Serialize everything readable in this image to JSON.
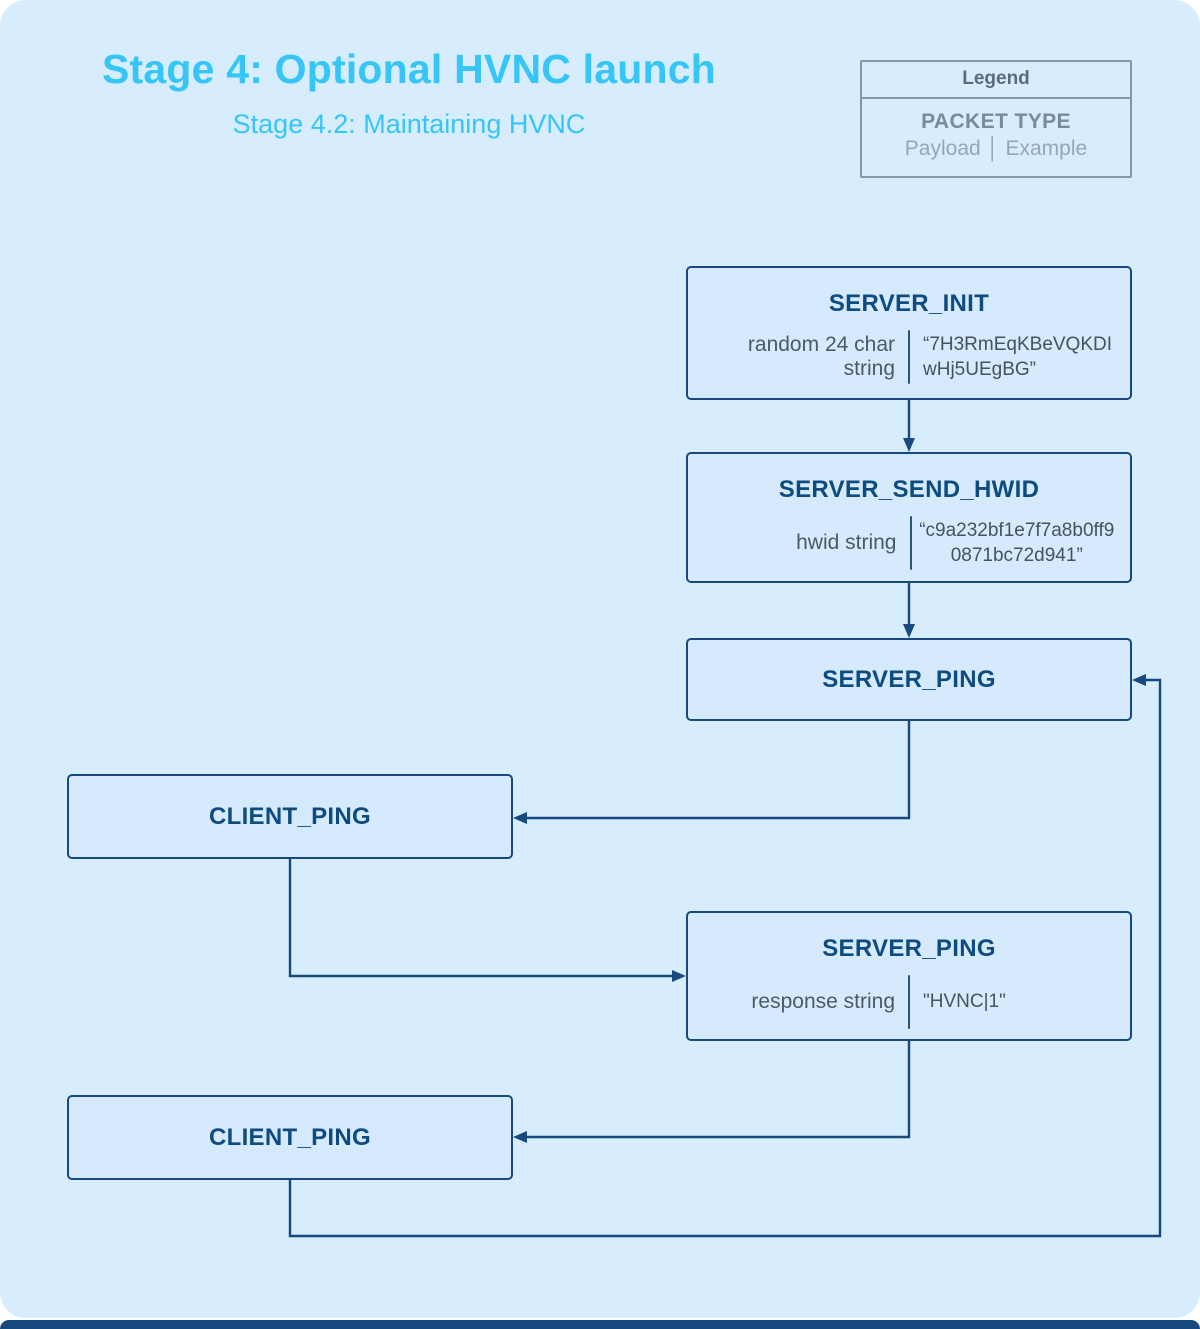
{
  "page": {
    "title": "Stage 4: Optional HVNC launch",
    "subtitle": "Stage 4.2: Maintaining HVNC"
  },
  "legend": {
    "header": "Legend",
    "packet_type_label": "PACKET TYPE",
    "payload_example_label": "Payload │ Example"
  },
  "nodes": [
    {
      "title": "SERVER_INIT",
      "payload_label": "random 24 char string",
      "example_value": "“7H3RmEqKBeVQKDIwHj5UEgBG”"
    },
    {
      "title": "SERVER_SEND_HWID",
      "payload_label": "hwid string",
      "example_value": "“c9a232bf1e7f7a8b0ff90871bc72d941”"
    },
    {
      "title": "SERVER_PING"
    },
    {
      "title": "CLIENT_PING"
    },
    {
      "title": "SERVER_PING",
      "payload_label": "response string",
      "example_value": "\"HVNC|1\""
    },
    {
      "title": "CLIENT_PING"
    }
  ],
  "colors": {
    "accent": "#35c5f6",
    "line": "#16497e",
    "node_title": "#0d4b80",
    "divider": "#2d5573",
    "payload_text": "#4d5967",
    "example_text": "#46525e",
    "legend_border": "#8397a9",
    "legend_header_text": "#5d6c7c",
    "legend_packet_text": "#7b8a99",
    "legend_sub_text": "#97a6b6",
    "card_bg": "#d7ecfd",
    "node_bg": "#d5eafd"
  }
}
